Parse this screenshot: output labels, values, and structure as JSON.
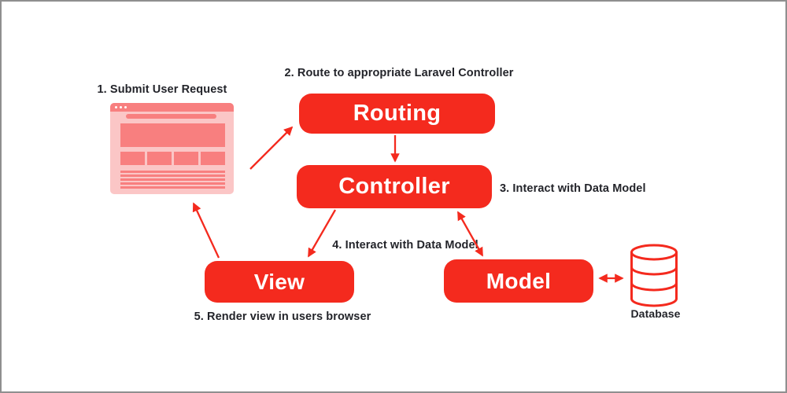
{
  "colors": {
    "accent": "#f42a1e",
    "browser_panel_pink": "#fbc6c6",
    "browser_block_salmon": "#f87f7f",
    "label_text": "#23242a",
    "frame_border": "#8f8f8f",
    "node_text": "#ffffff"
  },
  "steps": [
    {
      "label": "1. Submit User Request"
    },
    {
      "label": "2. Route to appropriate Laravel Controller"
    },
    {
      "label": "3. Interact with Data Model"
    },
    {
      "label": "4. Interact with Data Model"
    },
    {
      "label": "5. Render view in users browser"
    }
  ],
  "nodes": {
    "routing": {
      "label": "Routing"
    },
    "controller": {
      "label": "Controller"
    },
    "view": {
      "label": "View"
    },
    "model": {
      "label": "Model"
    }
  },
  "database": {
    "label": "Database"
  }
}
